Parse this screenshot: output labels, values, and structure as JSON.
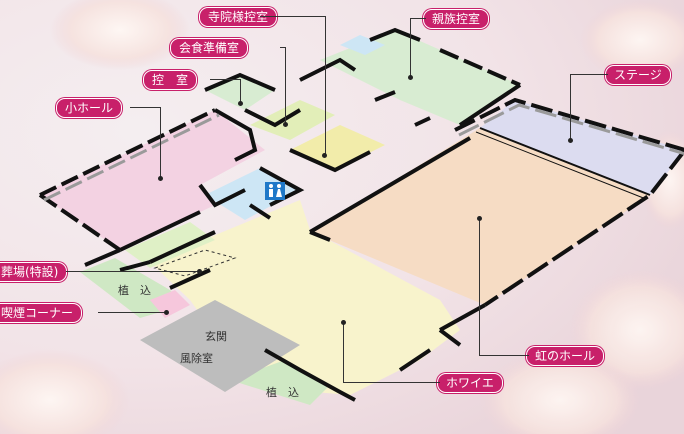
{
  "labels": {
    "temple_room": "寺院様控室",
    "family_room": "親族控室",
    "dining_prep": "会食準備室",
    "waiting_room": "控　室",
    "small_hall": "小ホール",
    "stage": "ステージ",
    "special_site": "葬場(特設)",
    "smoking": "喫煙コーナー",
    "rainbow_hall": "虹のホール",
    "foyer": "ホワイエ"
  },
  "map_text": {
    "planting_1": "植　込",
    "planting_2": "植　込",
    "entrance": "玄関",
    "windbreak": "風除室"
  },
  "colors": {
    "label_bg": "#c8206a",
    "hall_floor": "#f6dcc4",
    "stage_floor": "#dcdcf0",
    "small_hall_floor": "#f3d2e2",
    "foyer_floor": "#f8f3cc",
    "family_room_floor": "#d8ecd2",
    "restroom_floor": "#cde6f5",
    "entrance_floor": "#bdbdbd",
    "planting_floor": "#cfe8c4"
  },
  "icons": [
    "restroom-icon"
  ]
}
